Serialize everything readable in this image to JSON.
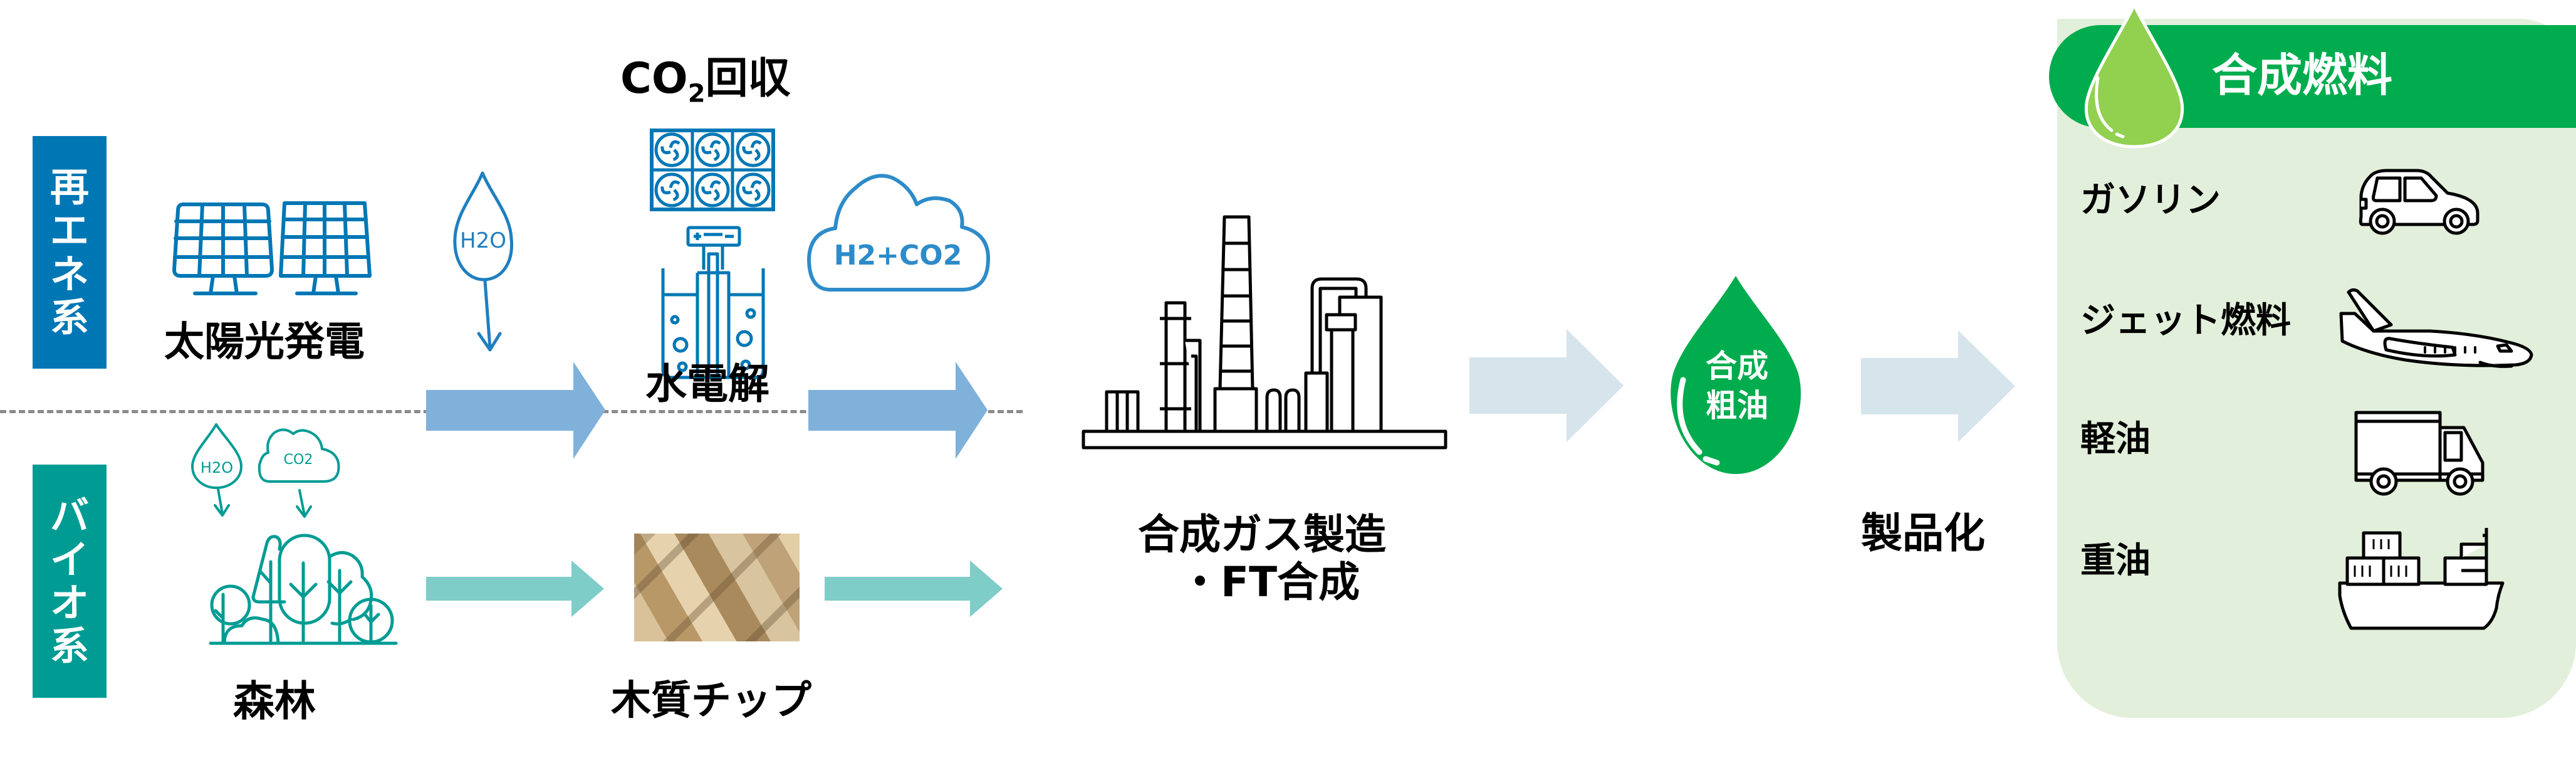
{
  "categories": {
    "renewable": {
      "label_chars": [
        "再",
        "エ",
        "ネ",
        "系"
      ],
      "color": "#0077B5"
    },
    "bio": {
      "label_chars": [
        "バ",
        "イ",
        "オ",
        "系"
      ],
      "color": "#009C94"
    }
  },
  "renewable_flow": {
    "solar": {
      "label": "太陽光発電",
      "icon": "solar-panel-icon"
    },
    "water_input": {
      "text": "H2O",
      "icon": "water-drop-icon"
    },
    "co2_capture": {
      "label_main": "CO",
      "label_sub": "2",
      "label_rest": "回収",
      "icon": "fan-array-icon"
    },
    "electrolysis": {
      "label": "水電解",
      "icon": "electrolyzer-icon"
    },
    "gas_cloud": {
      "text": "H2+CO2",
      "icon": "cloud-icon"
    },
    "arrow_color": "#7FB1DA"
  },
  "bio_flow": {
    "water_input": {
      "text": "H2O",
      "icon": "water-drop-icon"
    },
    "co2_input": {
      "text": "CO2",
      "icon": "cloud-icon"
    },
    "forest": {
      "label": "森林",
      "icon": "forest-icon"
    },
    "wood_chip": {
      "label": "木質チップ",
      "image": "wood-chip-photo"
    },
    "arrow_color": "#7FCDC9"
  },
  "process": {
    "synthesis": {
      "label_line1": "合成ガス製造",
      "label_line2": "・FT合成",
      "icon": "factory-icon"
    },
    "crude_oil": {
      "line1": "合成",
      "line2": "粗油",
      "color": "#00AC4E",
      "icon": "oil-drop-icon"
    },
    "productization": {
      "label": "製品化"
    },
    "arrow_color": "#D6E4EC"
  },
  "synthetic_fuel": {
    "title": "合成燃料",
    "header_color": "#00AC4E",
    "panel_color": "#E2EFDA",
    "drop_color": "#92D050",
    "items": [
      {
        "label": "ガソリン",
        "icon": "car-icon"
      },
      {
        "label": "ジェット燃料",
        "icon": "airplane-icon"
      },
      {
        "label": "軽油",
        "icon": "truck-icon"
      },
      {
        "label": "重油",
        "icon": "ship-icon"
      }
    ]
  }
}
